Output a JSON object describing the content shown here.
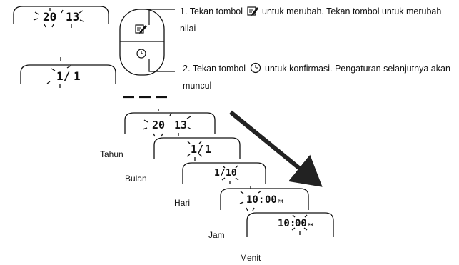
{
  "instructions": {
    "step1": {
      "number": "1.",
      "before_icon": "Tekan tombol",
      "icon": "edit-icon",
      "after_icon": "untuk merubah. Tekan tombol untuk merubah nilai"
    },
    "step2": {
      "number": "2.",
      "before_icon": "Tekan tombol",
      "icon": "clock-icon",
      "after_icon": "untuk konfirmasi. Pengaturan selanjutnya akan muncul"
    }
  },
  "device": {
    "buttons": [
      {
        "icon": "edit-icon"
      },
      {
        "icon": "clock-icon"
      }
    ]
  },
  "displays": {
    "top_year": {
      "left": "20",
      "right": "13"
    },
    "top_month_day": {
      "left": "1/",
      "right": "1"
    },
    "sequence": [
      {
        "label": "Tahun",
        "left": "20",
        "right": "13",
        "suffix": ""
      },
      {
        "label": "Bulan",
        "left": "1/",
        "right": "1",
        "suffix": ""
      },
      {
        "label": "Hari",
        "left": "1/",
        "right": "10",
        "suffix": ""
      },
      {
        "label": "Jam",
        "left": "10:",
        "right": "00",
        "suffix": "PM"
      },
      {
        "label": "Menit",
        "left": "10:",
        "right": "00",
        "suffix": "PM"
      }
    ]
  },
  "colors": {
    "ink": "#111111",
    "background": "#ffffff"
  }
}
